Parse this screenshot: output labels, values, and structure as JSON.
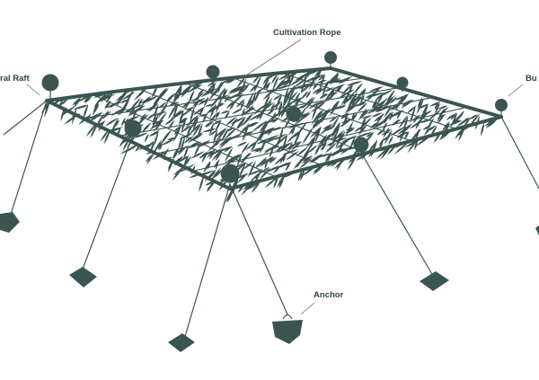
{
  "labels": {
    "cultivation_rope": "Cultivation Rope",
    "peripheral_raft": "ral Raft",
    "buoy": "Bu",
    "anchor": "Anchor"
  },
  "colors": {
    "ink": "#3b5552",
    "label": "#2f4745",
    "background": "#ffffff"
  }
}
